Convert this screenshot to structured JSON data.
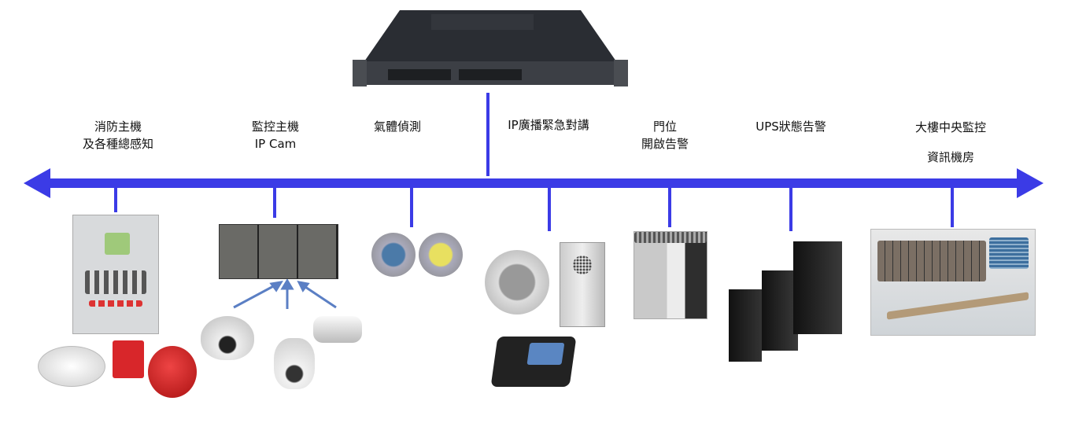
{
  "diagram": {
    "hub": {
      "name": "rack-server"
    },
    "accent_color": "#3b3be6",
    "nodes": [
      {
        "id": "fire",
        "lines": [
          "消防主機",
          "及各種總感知"
        ]
      },
      {
        "id": "cctv",
        "lines": [
          "監控主機",
          "IP Cam"
        ]
      },
      {
        "id": "gas",
        "lines": [
          "氣體偵測"
        ]
      },
      {
        "id": "broadcast",
        "lines": [
          "IP廣播緊急對講"
        ]
      },
      {
        "id": "door",
        "lines": [
          "門位",
          "開啟告警"
        ]
      },
      {
        "id": "ups",
        "lines": [
          "UPS狀態告警"
        ]
      },
      {
        "id": "control",
        "lines": [
          "大樓中央監控",
          "資訊機房"
        ]
      }
    ]
  }
}
